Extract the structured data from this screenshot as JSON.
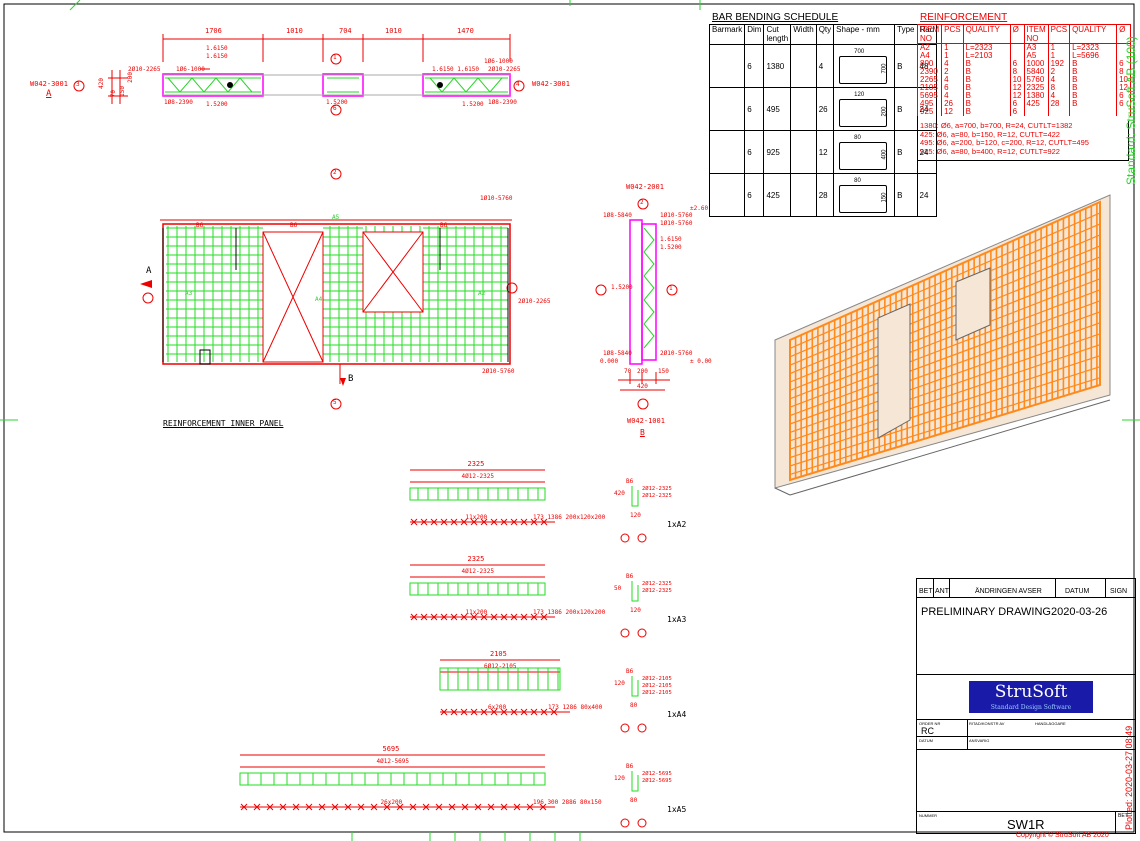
{
  "sheet": {
    "view_a_label": "A",
    "view_b_label": "B",
    "wall_labels": {
      "left": "W042-3001",
      "right": "W042-3001",
      "top": "W042-2001",
      "bottom": "W042-1001"
    },
    "section_marks": [
      "3",
      "4",
      "1",
      "6",
      "2",
      "5"
    ],
    "top_dims": [
      "1706",
      "1010",
      "704",
      "1010",
      "1470"
    ],
    "elev_labels": [
      "1.6150",
      "1.6150",
      "1.5200",
      "1.5200",
      "1.5200",
      "1.6150 1.6150"
    ],
    "top_bar_labels": [
      "2Ø10-2265",
      "1Ø6-1000",
      "1Ø8-2390",
      "1Ø6-1000",
      "2Ø10-2265",
      "1Ø8-2390"
    ],
    "top_vert_dims": [
      "420",
      "200",
      "150",
      "70"
    ],
    "panel_title": "REINFORCEMENT INNER PANEL",
    "panel_labels": [
      "1Ø10-5760",
      "A5",
      "A4",
      "2Ø10-2265",
      "2Ø10-5760",
      "B6",
      "B6",
      "B6",
      "A3",
      "A2"
    ],
    "section_labels": [
      "1Ø10-5760",
      "1Ø10-5760",
      "1Ø8-5840",
      "1Ø8-5840",
      "2Ø10-5760",
      "1.6150",
      "1.5200",
      "1.5200",
      "0.000",
      "±2.60",
      "± 0.00",
      "70",
      "200",
      "150",
      "420",
      "2",
      "1"
    ],
    "bar_details": [
      {
        "len": "2325",
        "dist": "4Ø12-2325",
        "spacing": "11x200",
        "tail": "173  1386  200x120x200",
        "marks": [
          "2Ø12-2325",
          "2Ø12-2325"
        ],
        "small": "120",
        "qty": "1xA2"
      },
      {
        "len": "2325",
        "dist": "4Ø12-2325",
        "spacing": "11x200",
        "tail": "173  1386  200x120x200",
        "marks": [
          "2Ø12-2325",
          "2Ø12-2325"
        ],
        "small": "120",
        "qty": "1xA3"
      },
      {
        "len": "2105",
        "dist": "6Ø12-2105",
        "spacing": "6x200",
        "tail": "173  1286  80x400",
        "marks": [
          "2Ø12-2105",
          "2Ø12-2105",
          "2Ø12-2105"
        ],
        "small": "80",
        "qty": "1xA4"
      },
      {
        "len": "5695",
        "dist": "4Ø12-5695",
        "spacing": "26x200",
        "tail": "196  300  2886  80x150",
        "marks": [
          "2Ø12-5695",
          "2Ø12-5695"
        ],
        "small": "80",
        "qty": "1xA5"
      }
    ],
    "bar_detail_tags": [
      "B6",
      "B6",
      "B6",
      "B6"
    ],
    "bar_detail_vert": [
      "420",
      "50",
      "120",
      "120"
    ]
  },
  "bbs": {
    "title": "BAR BENDING SCHEDULE",
    "headers": [
      "Barmark",
      "Dim",
      "Cut length",
      "Width",
      "Qty",
      "Shape - mm",
      "Type",
      "Rad"
    ],
    "rows": [
      {
        "dim": "6",
        "cut": "1380",
        "qty": "4",
        "shape_top": "700",
        "shape_side": "700",
        "type": "B",
        "rad": "48"
      },
      {
        "dim": "6",
        "cut": "495",
        "qty": "26",
        "shape_top": "120",
        "shape_side": "200",
        "type": "B",
        "rad": "24"
      },
      {
        "dim": "6",
        "cut": "925",
        "qty": "12",
        "shape_top": "80",
        "shape_side": "400",
        "type": "B",
        "rad": "24"
      },
      {
        "dim": "6",
        "cut": "425",
        "qty": "28",
        "shape_top": "80",
        "shape_side": "150",
        "type": "B",
        "rad": "24"
      }
    ]
  },
  "reinforcement": {
    "title": "REINFORCEMENT",
    "headers": [
      "ITEM NO",
      "PCS",
      "QUALITY",
      "Ø",
      "ITEM NO",
      "PCS",
      "QUALITY",
      "Ø"
    ],
    "rows": [
      [
        "A2",
        "1",
        "L=2323",
        "",
        "A3",
        "1",
        "L=2323",
        ""
      ],
      [
        "A4",
        "1",
        "L=2103",
        "",
        "A5",
        "1",
        "L=5696",
        ""
      ],
      [
        "800",
        "4",
        "B",
        "6",
        "1000",
        "192",
        "B",
        "6"
      ],
      [
        "2390",
        "2",
        "B",
        "8",
        "5840",
        "2",
        "B",
        "8"
      ],
      [
        "2265",
        "4",
        "B",
        "10",
        "5760",
        "4",
        "B",
        "10"
      ],
      [
        "2105",
        "6",
        "B",
        "12",
        "2325",
        "8",
        "B",
        "12"
      ],
      [
        "5695",
        "4",
        "B",
        "12",
        "1380",
        "4",
        "B",
        "6"
      ],
      [
        "495",
        "26",
        "B",
        "6",
        "425",
        "28",
        "B",
        "6"
      ],
      [
        "925",
        "12",
        "B",
        "6",
        "",
        "",
        "",
        ""
      ]
    ],
    "notes": [
      "1380: Ø6, a=700, b=700, R=24, CUTLT=1382",
      "425: Ø6, a=80, b=150, R=12, CUTLT=422",
      "495: Ø6, a=200, b=120, c=200, R=12, CUTLT=495",
      "925: Ø6, a=80, b=400, R=12, CUTLT=922"
    ]
  },
  "title_block": {
    "rev_headers": [
      "BET",
      "ANT",
      "ÄNDRINGEN AVSER",
      "DATUM",
      "SIGN"
    ],
    "status": "PRELIMINARY DRAWING",
    "date": "2020-03-26",
    "logo": "StruSoft",
    "logo_sub": "Standard Design Software",
    "field_labels": [
      "ORDER NR",
      "RITAD/KONSTR AV",
      "HANDLÄGGARE",
      "DATUM",
      "ANSVARIG",
      "NUMMER",
      "BET"
    ],
    "order_value": "RC",
    "drawing_number": "SW1R",
    "side_text": "Standard: StruSoft AB (100)",
    "plot_text": "Plotted: 2020-03-27 08:49",
    "copyright": "Copyright © StruSoft AB 2020"
  },
  "colors": {
    "red": "#ee0000",
    "green": "#22dd22",
    "magenta": "#ff00ff",
    "orange": "#ff8a1c",
    "logo_blue": "#1a1aa8"
  }
}
